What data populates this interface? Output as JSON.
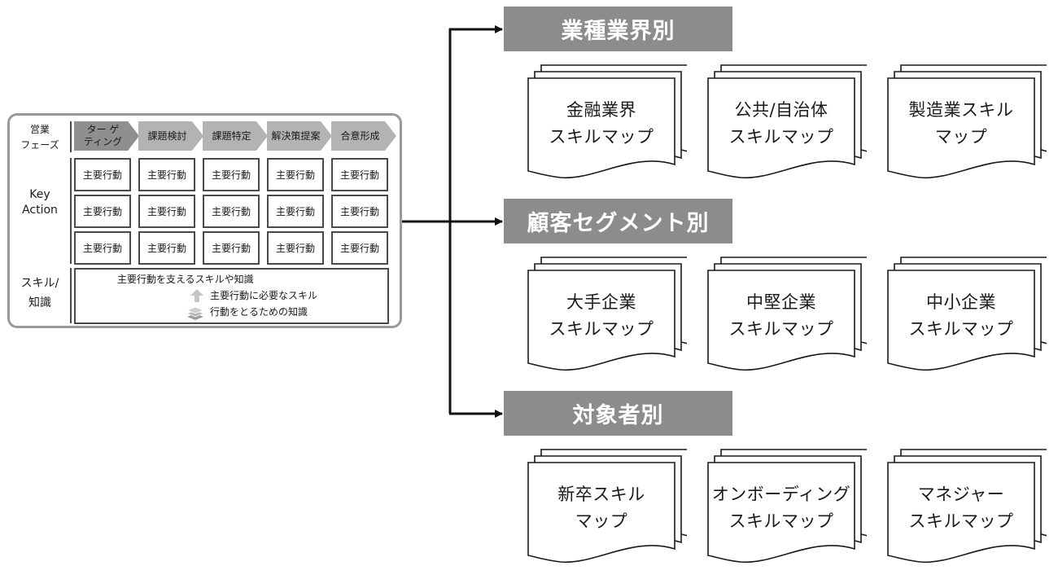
{
  "framework": {
    "row_labels": {
      "phase": "営業\nフェーズ",
      "key_action": "Key\nAction",
      "skill": "スキル/\n知識"
    },
    "phases": [
      "ター ゲ\nティング",
      "課題検討",
      "課題特定",
      "解決策提案",
      "合意形成"
    ],
    "key_action_label": "主要行動",
    "skill_box": {
      "line1": "主要行動を支えるスキルや知識",
      "line2": "主要行動に必要なスキル",
      "line3": "行動をとるための知識"
    }
  },
  "categories": [
    {
      "title": "業種業界別",
      "maps": [
        "金融業界\nスキルマップ",
        "公共/自治体\nスキルマップ",
        "製造業スキル\nマップ"
      ]
    },
    {
      "title": "顧客セグメント別",
      "maps": [
        "大手企業\nスキルマップ",
        "中堅企業\nスキルマップ",
        "中小企業\nスキルマップ"
      ]
    },
    {
      "title": "対象者別",
      "maps": [
        "新卒スキル\nマップ",
        "オンボーディング\nスキルマップ",
        "マネジャー\nスキルマップ"
      ]
    }
  ],
  "icons": {
    "arrow_up": "arrow-up-icon",
    "stack": "book-stack-icon"
  },
  "colors": {
    "header_bg": "#8c8c8c",
    "phase_bg": "#b3b3b3",
    "phase_first_bg": "#8f8f8f",
    "frame_border": "#9a9a9a"
  }
}
